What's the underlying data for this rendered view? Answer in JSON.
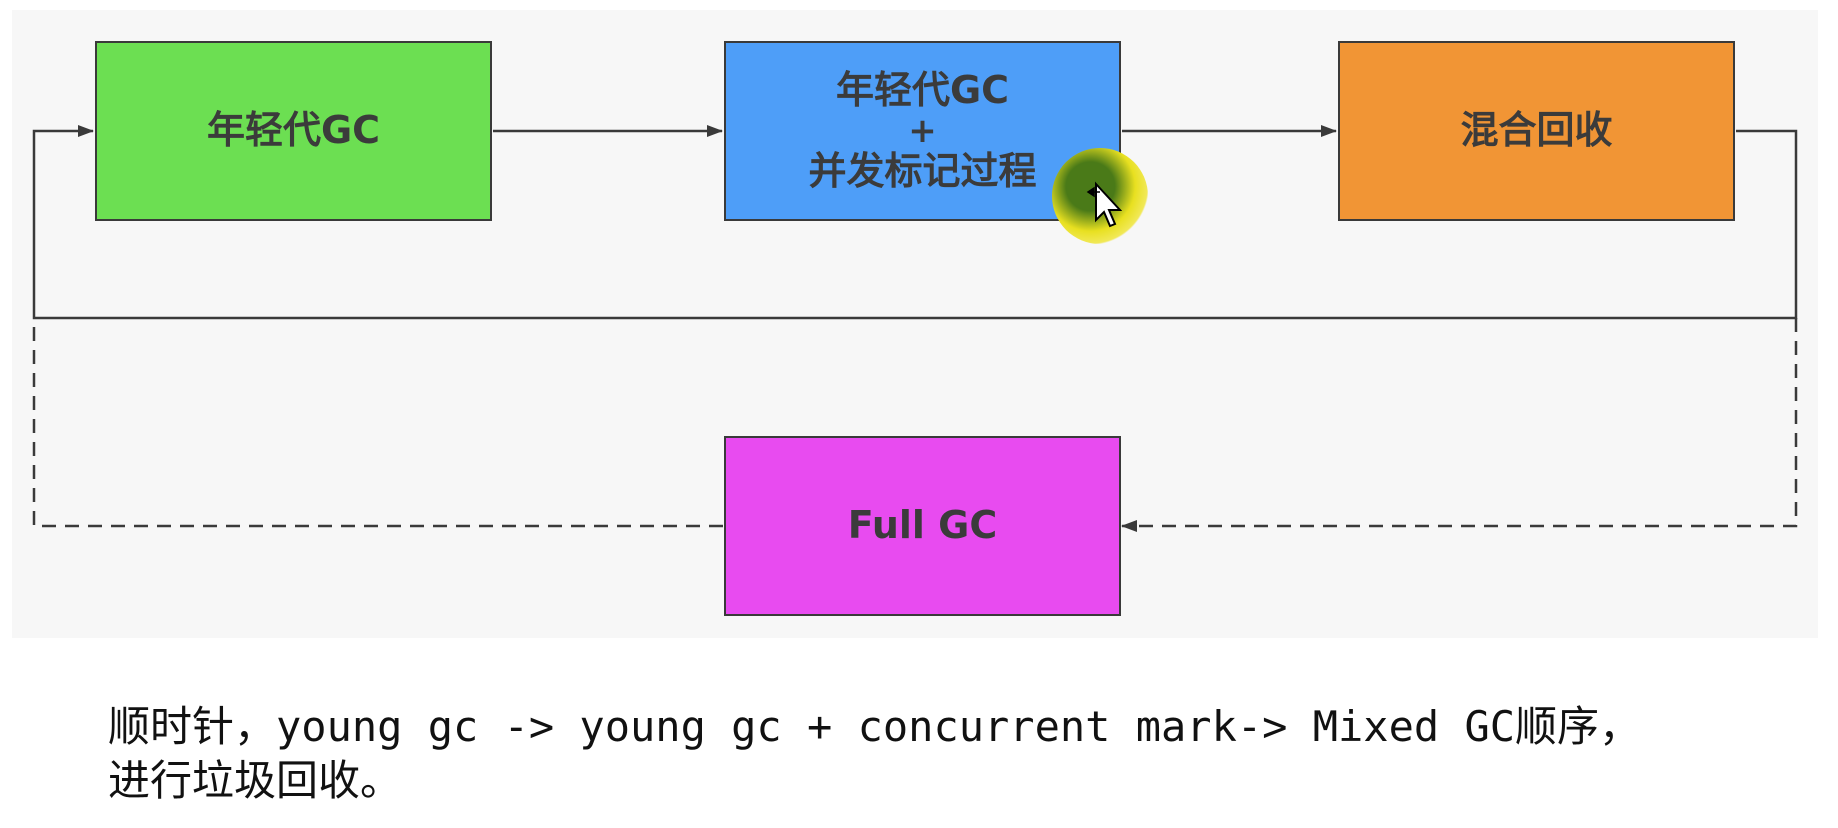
{
  "colors": {
    "young_gc_box": "#6cdf52",
    "concurrent_box": "#4e9ef8",
    "mixed_box": "#f19535",
    "full_gc_box": "#e84bf0",
    "connector": "#3a3a3a"
  },
  "nodes": {
    "young_gc": {
      "label": "年轻代GC"
    },
    "young_gc_concurrent": {
      "line1": "年轻代GC",
      "plus": "+",
      "line2": "并发标记过程"
    },
    "mixed_gc": {
      "label": "混合回收"
    },
    "full_gc": {
      "label": "Full GC"
    }
  },
  "edges": [
    {
      "from": "young_gc",
      "to": "young_gc_concurrent",
      "style": "solid"
    },
    {
      "from": "young_gc_concurrent",
      "to": "mixed_gc",
      "style": "solid"
    },
    {
      "from": "mixed_gc",
      "to": "young_gc",
      "style": "solid"
    },
    {
      "from": "mixed_gc",
      "to": "full_gc",
      "style": "dashed"
    },
    {
      "from": "full_gc",
      "to": "young_gc",
      "style": "dashed"
    }
  ],
  "caption": {
    "line1": "顺时针，young gc -> young gc + concurrent mark-> Mixed GC顺序，",
    "line2": "进行垃圾回收。"
  }
}
